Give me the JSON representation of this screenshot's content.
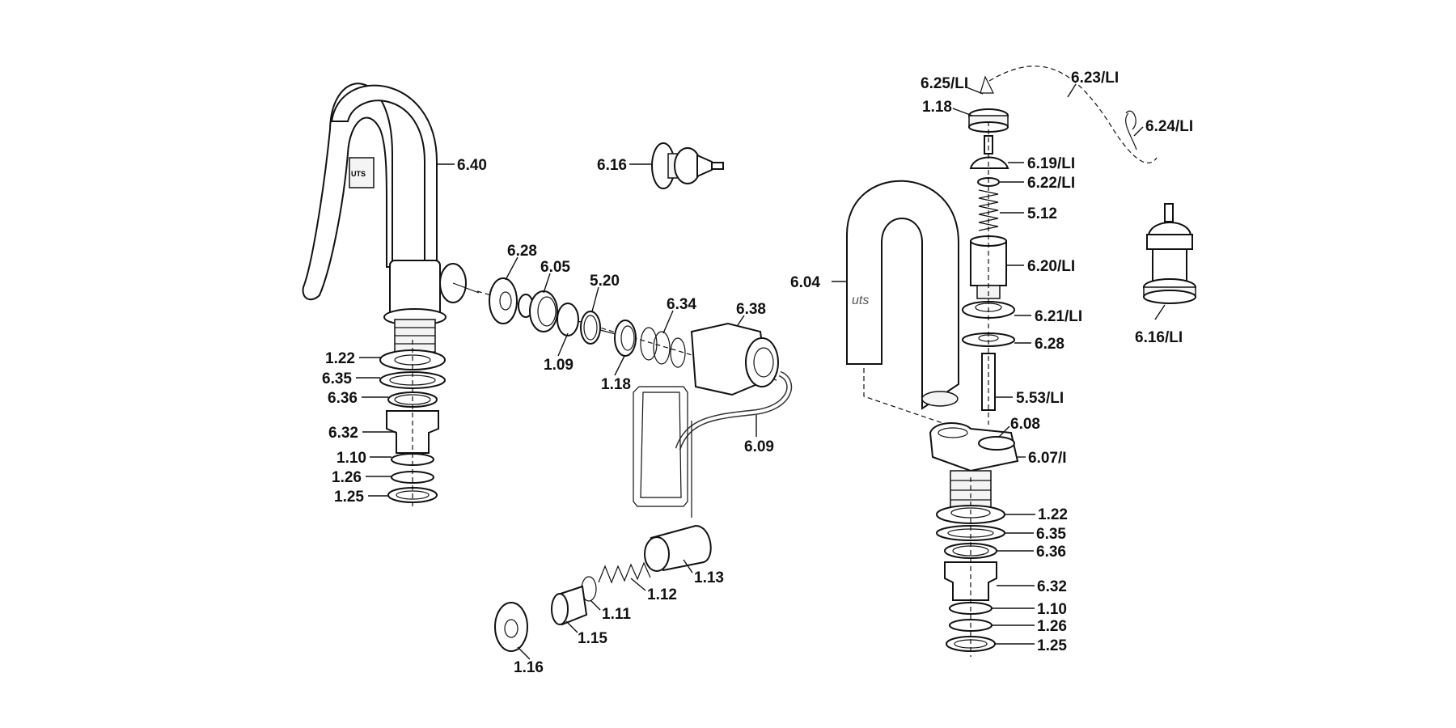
{
  "title": "Exploded parts diagram of two faucet assemblies",
  "logos": {
    "left_spout": "UTS",
    "right_spout": "uts"
  },
  "left_assembly": {
    "spout": "6.40",
    "push_button": "6.16",
    "flange": "6.28",
    "cartridge_nut": "6.05",
    "seal": "5.20",
    "spring_ring": "6.34",
    "valve_body": "6.38",
    "o_ring": "1.09",
    "union_nut": "1.18",
    "washer": "1.22",
    "gasket": "6.35",
    "ring": "6.36",
    "lock_nut": "6.32",
    "seal_ring": "1.10",
    "clip_ring": "1.26",
    "base_nut": "1.25",
    "hose": "6.09",
    "actuator_cylinder": "1.13",
    "actuator_spring": "1.12",
    "actuator_seal": "1.11",
    "actuator_plunger": "1.15",
    "wall_plate": "1.16"
  },
  "right_assembly": {
    "chain": "6.25/LI",
    "nut": "1.18",
    "chain_cord": "6.23/LI",
    "hook": "6.24/LI",
    "cap": "6.19/LI",
    "washer_top": "6.22/LI",
    "spring": "5.12",
    "cylinder": "6.20/LI",
    "collar": "6.21/LI",
    "flange": "6.28",
    "stem": "5.53/LI",
    "seat": "6.08",
    "base": "6.07/I",
    "spout": "6.04",
    "assembled_valve": "6.16/LI",
    "washer": "1.22",
    "gasket": "6.35",
    "ring": "6.36",
    "lock_nut": "6.32",
    "seal_ring": "1.10",
    "clip_ring": "1.26",
    "base_nut": "1.25"
  }
}
